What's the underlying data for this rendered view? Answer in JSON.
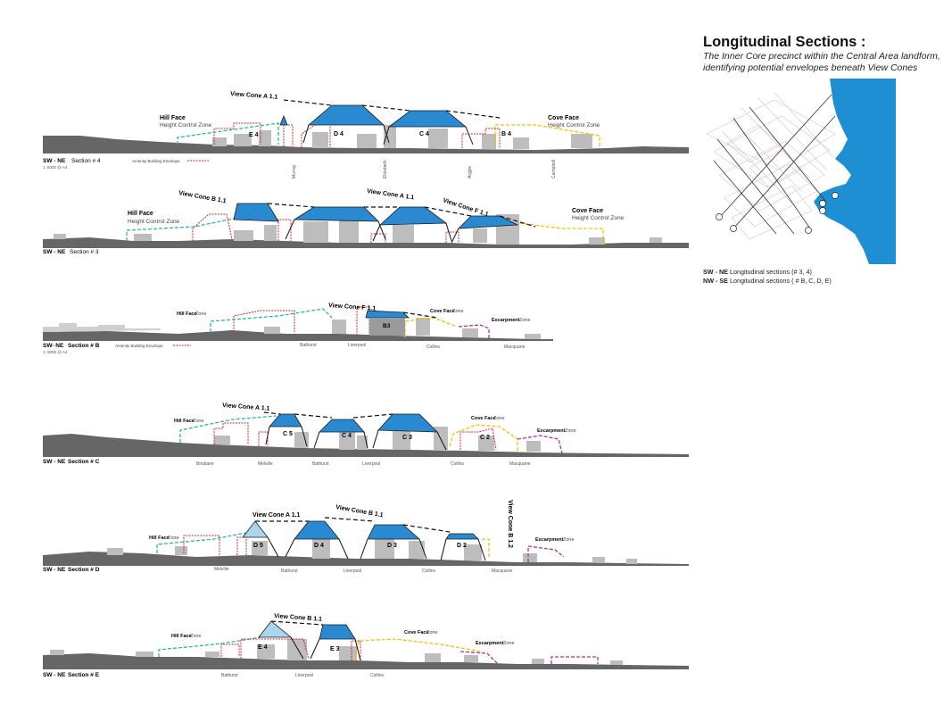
{
  "header": {
    "title": "Longitudinal Sections :",
    "subtitle": "The Inner Core precinct within the Central Area landform, identifying potential envelopes beneath View Cones"
  },
  "legend": {
    "sw_ne_key": "SW - NE",
    "sw_ne_text": "Longitudinal sections (# 3, 4)",
    "nw_se_key": "NW - SE",
    "nw_se_text": "Longitudinal sections ( # B, C, D, E)"
  },
  "colors": {
    "cone_fill": "#2a8ad1",
    "cone_light": "#a9d6ee",
    "hill_face": "#2ab5b0",
    "cove_face": "#f2c200",
    "escarpment": "#b0309f",
    "amenity": "#d8232a",
    "ground": "#666666",
    "building": "#bdbdbd",
    "water": "#1f8fd4"
  },
  "sections": [
    {
      "id": "s4",
      "label_key": "SW - NE",
      "label_text": "Section # 4",
      "scale": "1: 5000 @ A4",
      "amenity_legend": "Amenity Building Envelope",
      "cones": [
        {
          "text": "View Cone A 1.1"
        }
      ],
      "zones": [
        {
          "name": "Hill Face",
          "sub": "Height Control Zone"
        },
        {
          "name": "Cove Face",
          "sub": "Height Control Zone"
        }
      ],
      "blocks": [
        "E 4",
        "D 4",
        "C 4",
        "B 4"
      ],
      "streets": [
        "Murray",
        "Elizabeth",
        "Argyle",
        "Campbell"
      ]
    },
    {
      "id": "s3",
      "label_key": "SW - NE",
      "label_text": "Section # 3",
      "cones": [
        {
          "text": "View Cone B 1.1"
        },
        {
          "text": "View Cone A 1.1"
        },
        {
          "text": "View Cone F 1.1"
        }
      ],
      "zones": [
        {
          "name": "Hill Face",
          "sub": "Height Control Zone"
        },
        {
          "name": "Cove Face",
          "sub": "Height Control Zone"
        }
      ]
    },
    {
      "id": "sB",
      "label_key": "SW- NE",
      "label_text": "Section # B",
      "scale": "1: 5000 @ A4",
      "amenity_legend": "Amenity Building Envelope",
      "cones": [
        {
          "text": "View Cone F 1.1"
        }
      ],
      "zones": [
        {
          "name": "Hill Face",
          "suffix": "Zone"
        },
        {
          "name": "Cove Face",
          "suffix": "Zone"
        },
        {
          "name": "Escarpment",
          "suffix": "Zone"
        }
      ],
      "blocks": [
        "B3"
      ],
      "streets": [
        "Bathurst",
        "Liverpool",
        "Collins",
        "Macquarie"
      ]
    },
    {
      "id": "sC",
      "label_key": "SW - NE",
      "label_text": "Section # C",
      "cones": [
        {
          "text": "View Cone A 1.1"
        }
      ],
      "zones": [
        {
          "name": "Hill Face",
          "suffix": "Zone"
        },
        {
          "name": "Cove Face",
          "suffix": "Zone"
        },
        {
          "name": "Escarpment",
          "suffix": "Zone"
        }
      ],
      "blocks": [
        "C 5",
        "C 4",
        "C 3",
        "C 2"
      ],
      "streets": [
        "Brisbane",
        "Melville",
        "Bathurst",
        "Liverpool",
        "Collins",
        "Macquarie"
      ]
    },
    {
      "id": "sD",
      "label_key": "SW - NE",
      "label_text": "Section # D",
      "cones": [
        {
          "text": "View Cone A 1.1"
        },
        {
          "text": "View Cone B 1.1"
        },
        {
          "text": "View Cone B 1.2"
        }
      ],
      "zones": [
        {
          "name": "Hill Face",
          "suffix": "Zone"
        },
        {
          "name": "Escarpment",
          "suffix": "Zone"
        }
      ],
      "blocks": [
        "D 5",
        "D 4",
        "D 3",
        "D 2"
      ],
      "streets": [
        "Melville",
        "Bathurst",
        "Liverpool",
        "Collins",
        "Macquarie"
      ]
    },
    {
      "id": "sE",
      "label_key": "SW - NE",
      "label_text": "Section # E",
      "cones": [
        {
          "text": "View Cone B 1.1"
        }
      ],
      "zones": [
        {
          "name": "Hill Face",
          "suffix": "Zone"
        },
        {
          "name": "Cove Face",
          "suffix": "Zone"
        },
        {
          "name": "Escarpment",
          "suffix": "Zone"
        }
      ],
      "blocks": [
        "E 4",
        "E 3"
      ],
      "streets": [
        "Bathurst",
        "Liverpool",
        "Collins"
      ]
    }
  ]
}
